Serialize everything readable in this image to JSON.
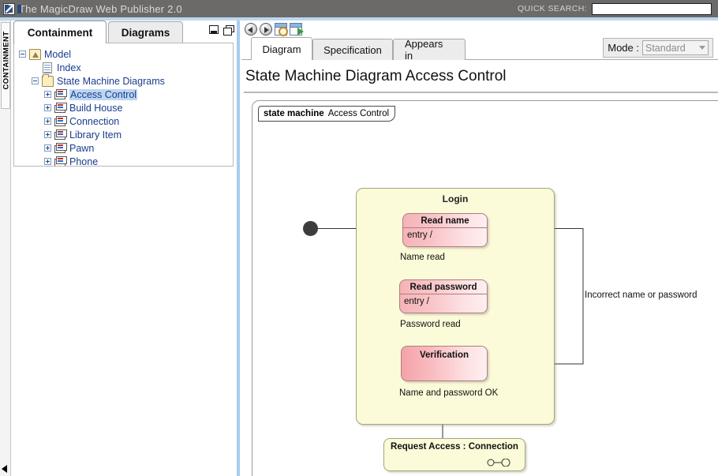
{
  "window": {
    "title": "The MagicDraw Web Publisher 2.0",
    "app_icon": "magicdraw-logo-icon"
  },
  "quick_search": {
    "label": "QUICK SEARCH:",
    "value": "",
    "placeholder": ""
  },
  "left_rail": {
    "label": "CONTAINMENT",
    "collapse_icon": "collapse-left-arrow-icon"
  },
  "left_panel": {
    "tabs": [
      {
        "label": "Containment",
        "active": true
      },
      {
        "label": "Diagrams",
        "active": false
      }
    ],
    "window_buttons": [
      {
        "name": "minimize-icon"
      },
      {
        "name": "restore-icon"
      }
    ],
    "tree": [
      {
        "label": "Model",
        "icon": "model-folder-icon",
        "expander": "minus",
        "level": 0,
        "selected": false
      },
      {
        "label": "Index",
        "icon": "document-icon",
        "expander": "none",
        "level": 1,
        "selected": false
      },
      {
        "label": "State Machine Diagrams",
        "icon": "folder-icon",
        "expander": "minus",
        "level": 1,
        "selected": false
      },
      {
        "label": "Access Control",
        "icon": "state-machine-diagram-icon",
        "expander": "plus",
        "level": 2,
        "selected": true
      },
      {
        "label": "Build House",
        "icon": "state-machine-diagram-icon",
        "expander": "plus",
        "level": 2,
        "selected": false
      },
      {
        "label": "Connection",
        "icon": "state-machine-diagram-icon",
        "expander": "plus",
        "level": 2,
        "selected": false
      },
      {
        "label": "Library Item",
        "icon": "state-machine-diagram-icon",
        "expander": "plus",
        "level": 2,
        "selected": false
      },
      {
        "label": "Pawn",
        "icon": "state-machine-diagram-icon",
        "expander": "plus",
        "level": 2,
        "selected": false
      },
      {
        "label": "Phone",
        "icon": "state-machine-diagram-icon",
        "expander": "plus",
        "level": 2,
        "selected": false
      }
    ]
  },
  "right_panel": {
    "toolbar": [
      {
        "name": "navigate-back-icon"
      },
      {
        "name": "navigate-forward-icon"
      },
      {
        "name": "find-in-window-icon"
      },
      {
        "name": "open-in-new-window-icon"
      }
    ],
    "tabs": [
      {
        "label": "Diagram",
        "active": true
      },
      {
        "label": "Specification",
        "active": false
      },
      {
        "label": "Appears in",
        "active": false
      }
    ],
    "mode": {
      "label": "Mode :",
      "value": "Standard",
      "options": [
        "Standard"
      ],
      "caret_icon": "chevron-down-icon"
    },
    "page_title": "State Machine Diagram Access Control"
  },
  "diagram": {
    "frame": {
      "keyword": "state machine",
      "name": "Access Control"
    },
    "initial_node": "initial-pseudostate",
    "composite_state": {
      "name": "Login"
    },
    "states": [
      {
        "id": "read-name",
        "name": "Read name",
        "compartment": "entry /"
      },
      {
        "id": "read-password",
        "name": "Read password",
        "compartment": "entry /"
      },
      {
        "id": "verification",
        "name": "Verification",
        "compartment": ""
      }
    ],
    "submachine_state": {
      "name": "Request Access : Connection",
      "icon": "submachine-indicator-icon"
    },
    "transitions": [
      {
        "from": "initial",
        "to": "read-name",
        "label": ""
      },
      {
        "from": "read-name",
        "to": "read-password",
        "label": "Name read"
      },
      {
        "from": "read-password",
        "to": "verification",
        "label": "Password read"
      },
      {
        "from": "verification",
        "to": "read-name",
        "label": "Incorrect name or password"
      },
      {
        "from": "verification",
        "to": "request-access",
        "label": "Name and password OK"
      }
    ]
  },
  "colors": {
    "titlebar": "#6b6a68",
    "accent_blue": "#a8ccf0",
    "tree_link": "#1a3c8c",
    "tree_selection": "#bcd5f2",
    "state_fill_start": "#f5b3b7",
    "state_fill_end": "#fdeff0",
    "composite_fill": "#fbfbd9",
    "composite_border": "#a5a57a"
  }
}
